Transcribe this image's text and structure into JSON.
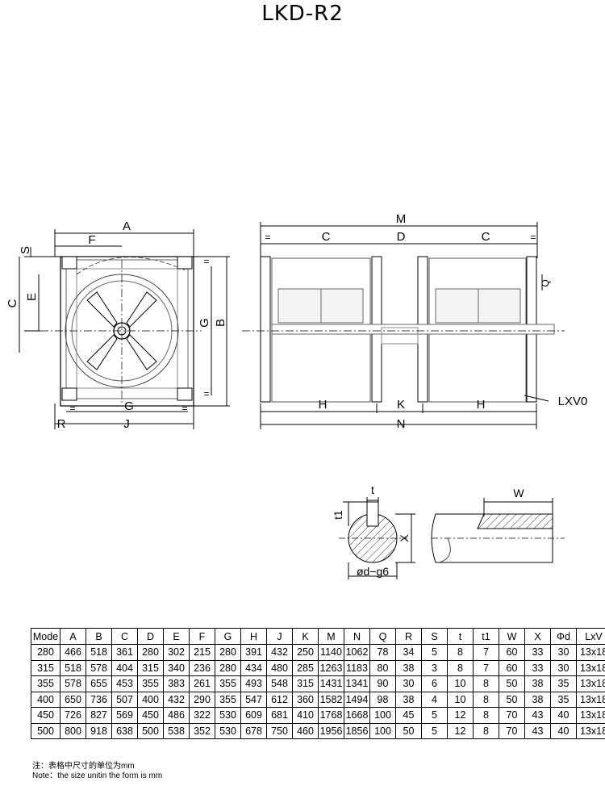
{
  "title": "LKD-R2",
  "drawing_labels": {
    "front": {
      "A": "A",
      "F": "F",
      "S": "S",
      "C": "C",
      "E": "E",
      "G_right": "G",
      "B": "B",
      "G_bottom": "G",
      "J": "J",
      "R": "R",
      "eq": "="
    },
    "side": {
      "M": "M",
      "C_left": "C",
      "D": "D",
      "C_right": "C",
      "Q": "Q",
      "H_left": "H",
      "K": "K",
      "H_right": "H",
      "N": "N",
      "LXV0": "LXV0",
      "eq": "="
    },
    "shaft": {
      "t": "t",
      "t1": "t1",
      "X": "X",
      "phi_d": "ød−g6",
      "W": "W"
    }
  },
  "table": {
    "headers": [
      "Mode",
      "A",
      "B",
      "C",
      "D",
      "E",
      "F",
      "G",
      "H",
      "J",
      "K",
      "M",
      "N",
      "Q",
      "R",
      "S",
      "t",
      "t1",
      "W",
      "X",
      "Φd",
      "LxV"
    ],
    "rows": [
      [
        "280",
        "466",
        "518",
        "361",
        "280",
        "302",
        "215",
        "280",
        "391",
        "432",
        "250",
        "1140",
        "1062",
        "78",
        "34",
        "5",
        "8",
        "7",
        "60",
        "33",
        "30",
        "13x18"
      ],
      [
        "315",
        "518",
        "578",
        "404",
        "315",
        "340",
        "236",
        "280",
        "434",
        "480",
        "285",
        "1263",
        "1183",
        "80",
        "38",
        "3",
        "8",
        "7",
        "60",
        "33",
        "30",
        "13x18"
      ],
      [
        "355",
        "578",
        "655",
        "453",
        "355",
        "383",
        "261",
        "355",
        "493",
        "548",
        "315",
        "1431",
        "1341",
        "90",
        "30",
        "6",
        "10",
        "8",
        "50",
        "38",
        "35",
        "13x18"
      ],
      [
        "400",
        "650",
        "736",
        "507",
        "400",
        "432",
        "290",
        "355",
        "547",
        "612",
        "360",
        "1582",
        "1494",
        "98",
        "38",
        "4",
        "10",
        "8",
        "50",
        "38",
        "35",
        "13x18"
      ],
      [
        "450",
        "726",
        "827",
        "569",
        "450",
        "486",
        "322",
        "530",
        "609",
        "681",
        "410",
        "1768",
        "1668",
        "100",
        "45",
        "5",
        "12",
        "8",
        "70",
        "43",
        "40",
        "13x18"
      ],
      [
        "500",
        "800",
        "918",
        "638",
        "500",
        "538",
        "352",
        "530",
        "678",
        "750",
        "460",
        "1956",
        "1856",
        "100",
        "50",
        "5",
        "12",
        "8",
        "70",
        "43",
        "40",
        "13x18"
      ]
    ]
  },
  "notes": {
    "cn": "注：表格中尺寸的单位为mm",
    "en": "Note：the size unitin the form is mm"
  }
}
